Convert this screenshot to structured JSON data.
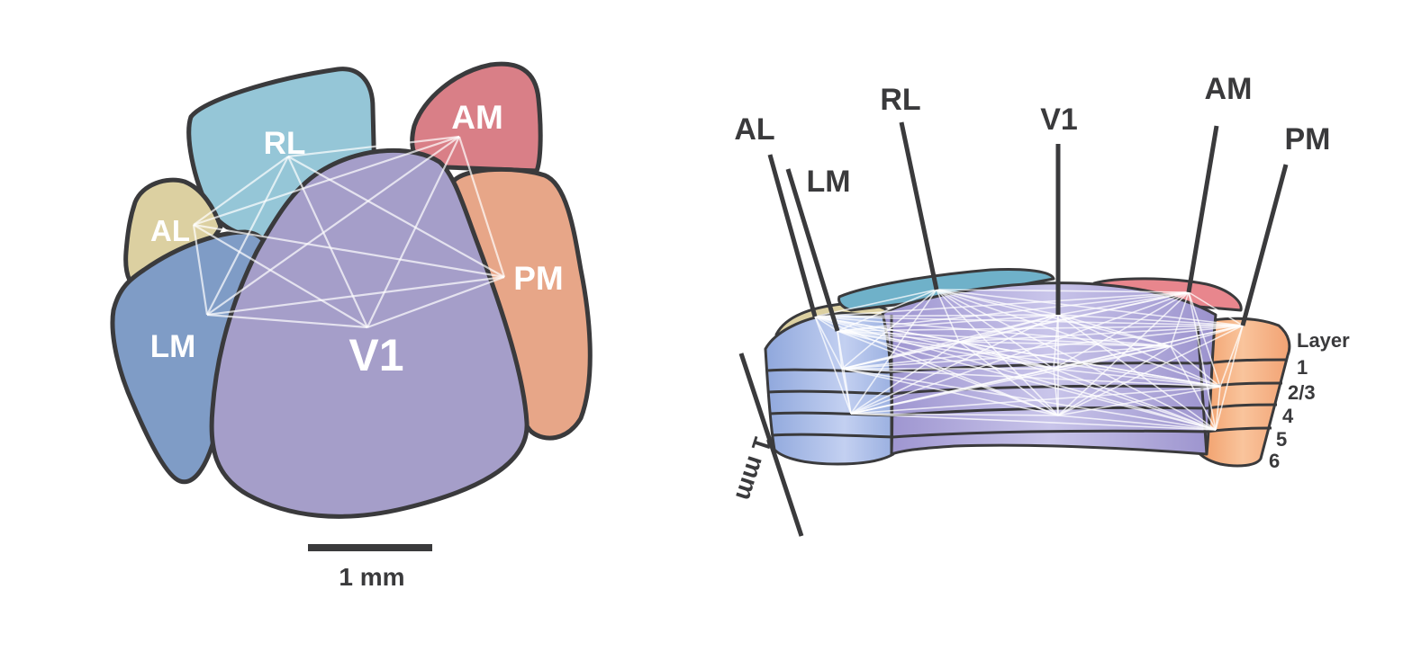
{
  "colors": {
    "V1": "#a59ec9",
    "RL": "#95c6d7",
    "AM": "#d97f87",
    "PM": "#e7a688",
    "AL": "#dcd0a1",
    "LM": "#7f9cc6",
    "outline": "#3a3a3c",
    "connection": "#ffffff"
  },
  "top_view": {
    "areas": [
      {
        "id": "RL",
        "label": "RL"
      },
      {
        "id": "AM",
        "label": "AM"
      },
      {
        "id": "AL",
        "label": "AL"
      },
      {
        "id": "PM",
        "label": "PM"
      },
      {
        "id": "LM",
        "label": "LM"
      },
      {
        "id": "V1",
        "label": "V1"
      }
    ],
    "scale_bar_label": "1 mm"
  },
  "side_view": {
    "area_labels": [
      "AL",
      "LM",
      "RL",
      "V1",
      "AM",
      "PM"
    ],
    "layer_title": "Layer",
    "layers": [
      "1",
      "2/3",
      "4",
      "5",
      "6"
    ],
    "scale_bar_label": "1 mm"
  }
}
